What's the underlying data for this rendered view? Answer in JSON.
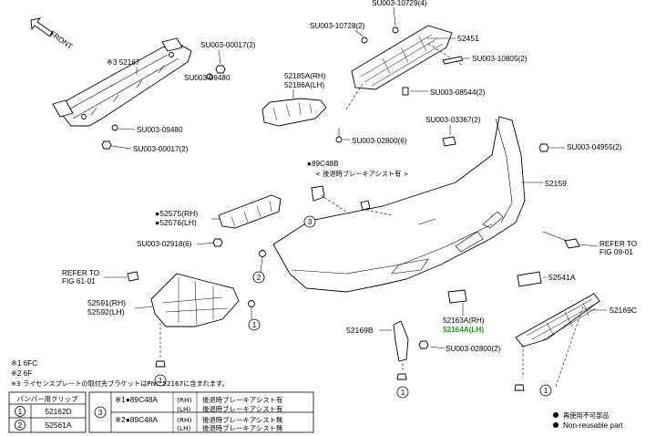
{
  "orientation": "FRONT",
  "parts": {
    "p52167": "※3 52167",
    "p52451": "52451",
    "p52185": "52185A(RH)",
    "p52186": "52186A(LH)",
    "p89C48B": "89C48B",
    "p89C48B_note": "< 後退時ブレーキアシスト有 >",
    "p52159": "52159",
    "p52575": "52575(RH)",
    "p52576": "52576(LH)",
    "p52541A": "52541A",
    "p52591": "52591(RH)",
    "p52592": "52592(LH)",
    "p52163": "52163A(RH)",
    "p52164": "52164A(LH)",
    "p52169B": "52169B",
    "p52169C": "52169C"
  },
  "fasteners": {
    "f10729": "SU003-10729(4)",
    "f10728": "SU003-10728(2)",
    "f00017a": "SU003-00017(2)",
    "f10805": "SU003-10805(2)",
    "f09480a": "SU003-09480",
    "f08544": "SU003-08544(2)",
    "f03367": "SU003-03367(2)",
    "f09480b": "SU003-09480",
    "f02800a": "SU003-02800(6)",
    "f04955": "SU003-04955(2)",
    "f00017b": "SU003-00017(2)",
    "f02918": "SU003-02918(6)",
    "f02800b": "SU003-02800(2)"
  },
  "refs": {
    "refRight": [
      "REFER TO",
      "FIG 09-01"
    ],
    "refLeft": [
      "REFER TO",
      "FIG 61-01"
    ]
  },
  "callouts": {
    "c1": "1",
    "c2": "2",
    "c3": "3"
  },
  "notes": [
    "※1 6FC",
    "※2 6F",
    "※3 ライセンスプレートの取付先ブラケットはPNC 52167に含まれます。"
  ],
  "clip_table": {
    "header": "バンパー用クリップ",
    "rows": [
      {
        "num": "1",
        "part": "52162D"
      },
      {
        "num": "2",
        "part": "52561A"
      }
    ]
  },
  "option_table": {
    "num": "3",
    "rows": [
      {
        "mark": "※1",
        "part": "89C48A",
        "side": "(RH)",
        "desc": "後退時ブレーキアシスト有"
      },
      {
        "mark": "",
        "part": "",
        "side": "(LH)",
        "desc": "後退時ブレーキアシスト有"
      },
      {
        "mark": "※2",
        "part": "89C48A",
        "side": "(RH)",
        "desc": "後退時ブレーキアシスト無"
      },
      {
        "mark": "",
        "part": "",
        "side": "(LH)",
        "desc": "後退時ブレーキアシスト無"
      }
    ]
  },
  "legend": {
    "jp": "再使用不可部品",
    "en": "Non-reusable part"
  }
}
